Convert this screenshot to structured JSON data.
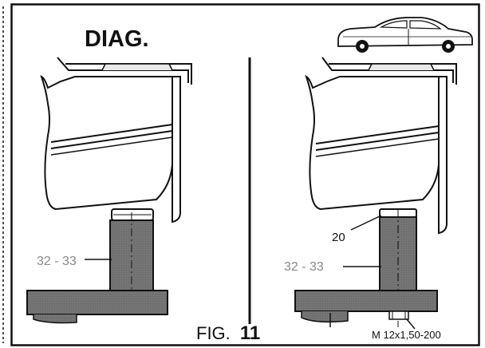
{
  "header": {
    "diag_label": "DIAG."
  },
  "figure": {
    "prefix": "FIG.",
    "number": "11"
  },
  "labels": {
    "left_column": "32 - 33",
    "right_column": "32 - 33",
    "spacer": "20",
    "thread_spec": "M 12x1,50-200"
  },
  "icons": {
    "car": "car-side-view-icon"
  }
}
